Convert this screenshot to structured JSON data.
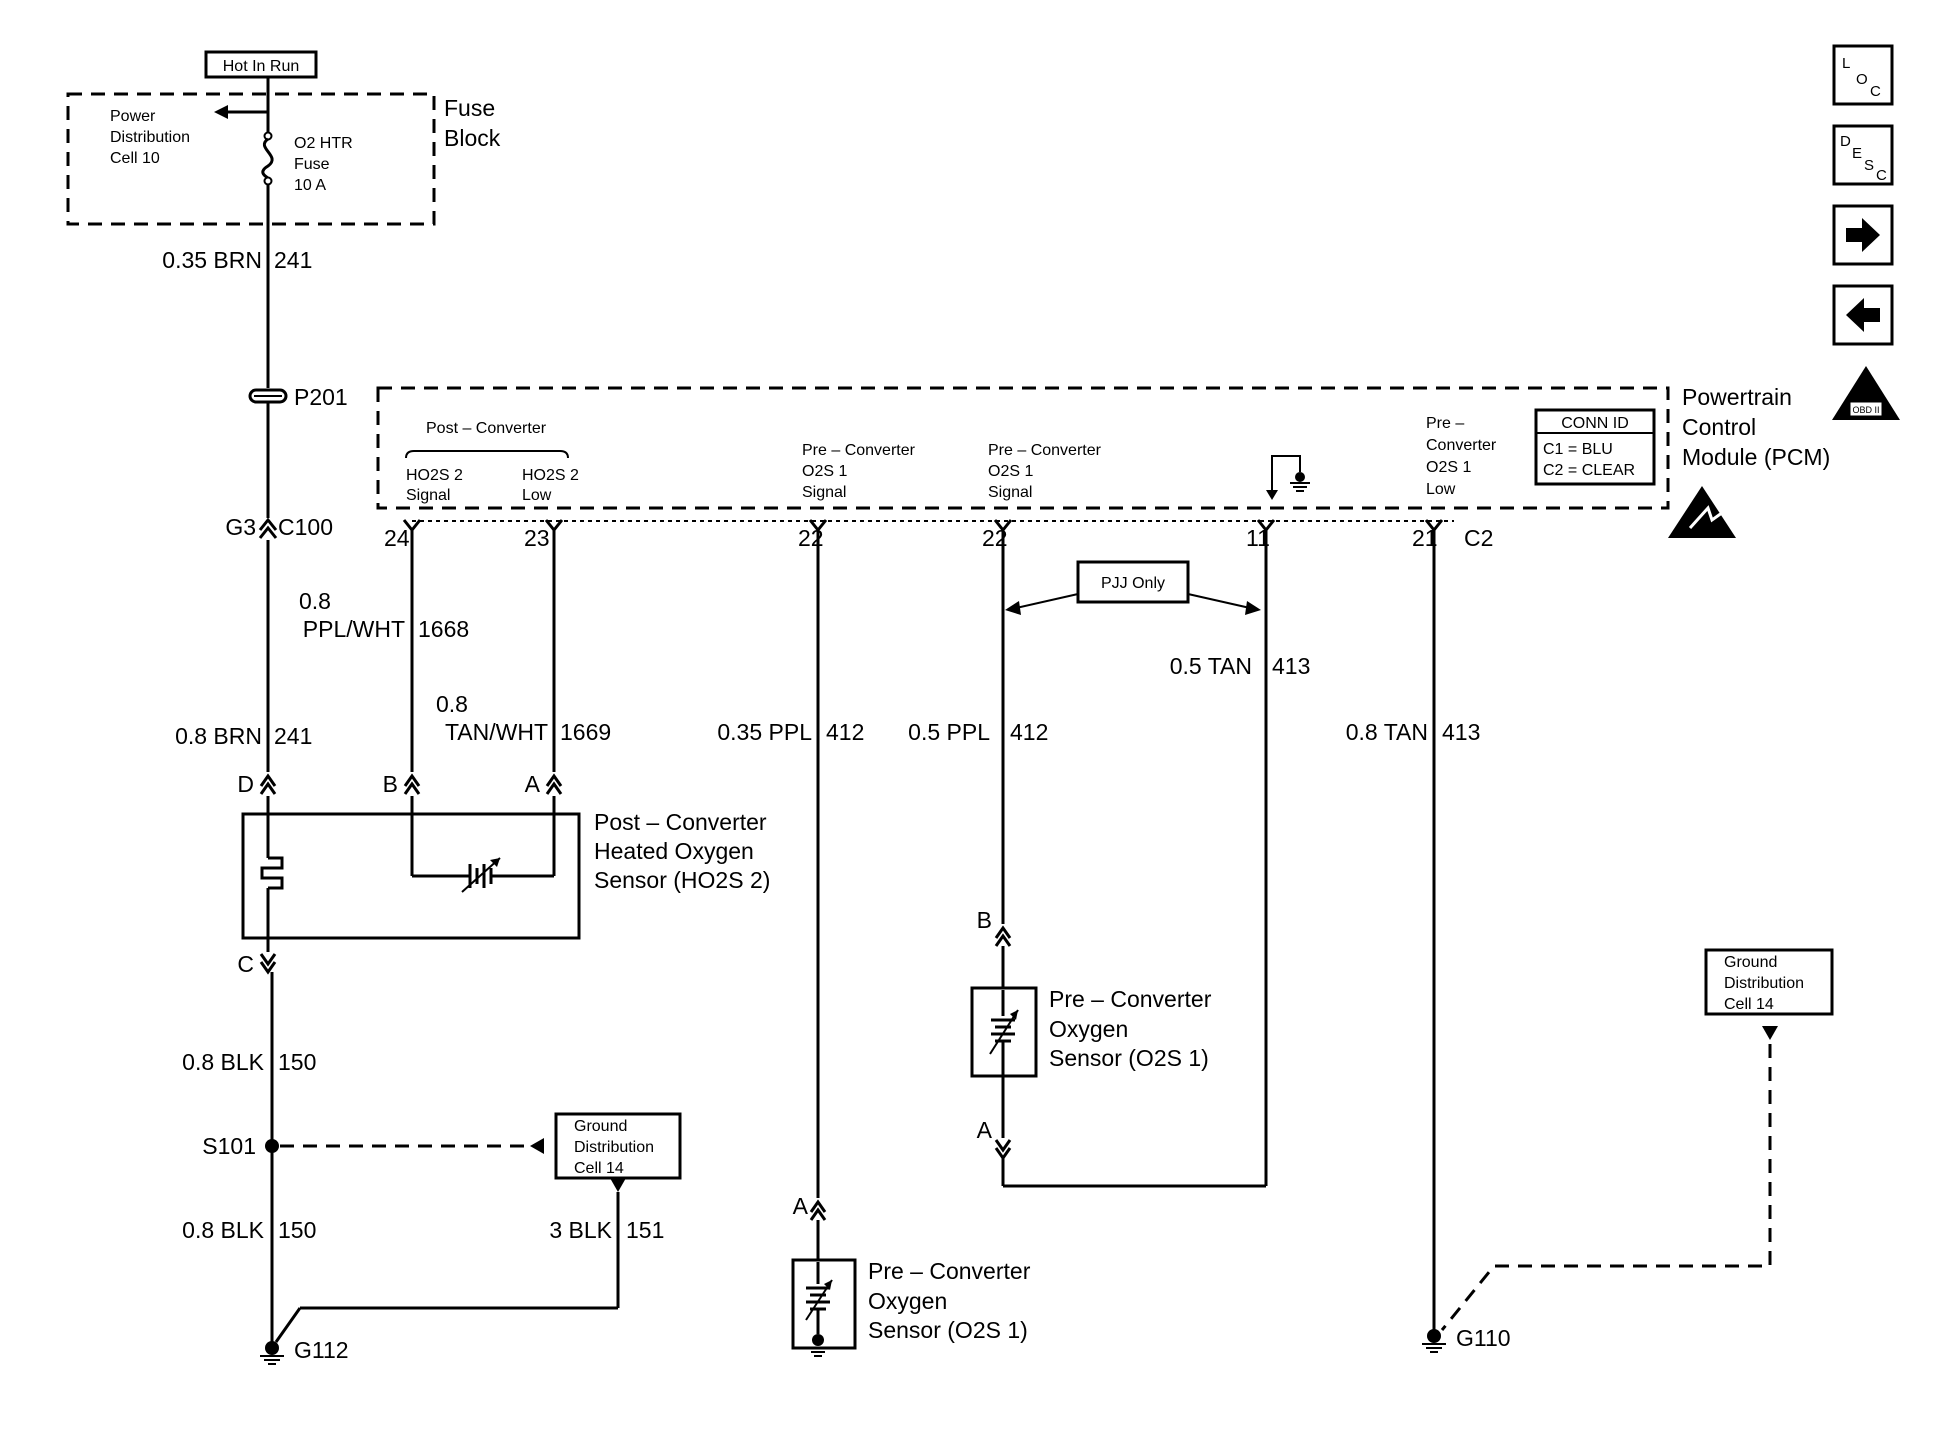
{
  "power": {
    "hot_in_run": "Hot In Run",
    "fuse_block": [
      "Fuse",
      "Block"
    ],
    "power_dist": [
      "Power",
      "Distribution",
      "Cell 10"
    ],
    "fuse_label": [
      "O2 HTR",
      "Fuse",
      "10 A"
    ]
  },
  "wires": {
    "w241_top": "0.35 BRN",
    "w241_top_num": "241",
    "p201": "P201",
    "g3": "G3",
    "c100": "C100",
    "w1668": [
      "0.8",
      "PPL/WHT"
    ],
    "w1668_num": "1668",
    "w1669": [
      "0.8",
      "TAN/WHT"
    ],
    "w1669_num": "1669",
    "w241_bot": "0.8 BRN",
    "w241_bot_num": "241",
    "w412_a": "0.35 PPL",
    "w412_a_num": "412",
    "w412_b": "0.5 PPL",
    "w412_b_num": "412",
    "w413_a": "0.5 TAN",
    "w413_a_num": "413",
    "w413_b": "0.8 TAN",
    "w413_b_num": "413",
    "w150_a": "0.8 BLK",
    "w150_a_num": "150",
    "w150_b": "0.8 BLK",
    "w150_b_num": "150",
    "w151": "3 BLK",
    "w151_num": "151",
    "s101": "S101",
    "g112": "G112",
    "g110": "G110",
    "pjj_only": "PJJ Only"
  },
  "pcm": {
    "title": [
      "Powertrain",
      "Control",
      "Module (PCM)"
    ],
    "post_converter": "Post – Converter",
    "ho2s2_signal": [
      "HO2S 2",
      "Signal"
    ],
    "ho2s2_low": [
      "HO2S 2",
      "Low"
    ],
    "pre_o2s1_signal_a": [
      "Pre – Converter",
      "O2S 1",
      "Signal"
    ],
    "pre_o2s1_signal_b": [
      "Pre – Converter",
      "O2S 1",
      "Signal"
    ],
    "pre_o2s1_low": [
      "Pre –",
      "Converter",
      "O2S 1",
      "Low"
    ],
    "conn_id": "CONN ID",
    "c1": "C1 = BLU",
    "c2": "C2 = CLEAR",
    "pins": [
      "24",
      "23",
      "22",
      "22",
      "11",
      "21",
      "C2"
    ]
  },
  "sensors": {
    "ho2s2": [
      "Post – Converter",
      "Heated Oxygen",
      "Sensor (HO2S 2)"
    ],
    "o2s1_mid": [
      "Pre – Converter",
      "Oxygen",
      "Sensor (O2S 1)"
    ],
    "o2s1_low": [
      "Pre – Converter",
      "Oxygen",
      "Sensor (O2S 1)"
    ],
    "pins": {
      "d": "D",
      "b": "B",
      "a": "A",
      "c": "C",
      "b2": "B",
      "a2": "A",
      "a3": "A"
    }
  },
  "ground": {
    "left": [
      "Ground",
      "Distribution",
      "Cell 14"
    ],
    "right": [
      "Ground",
      "Distribution",
      "Cell 14"
    ]
  },
  "nav": {
    "loc": [
      "L",
      "O",
      "C"
    ],
    "desc": [
      "D",
      "E",
      "S",
      "C"
    ],
    "obd": "OBD II"
  }
}
